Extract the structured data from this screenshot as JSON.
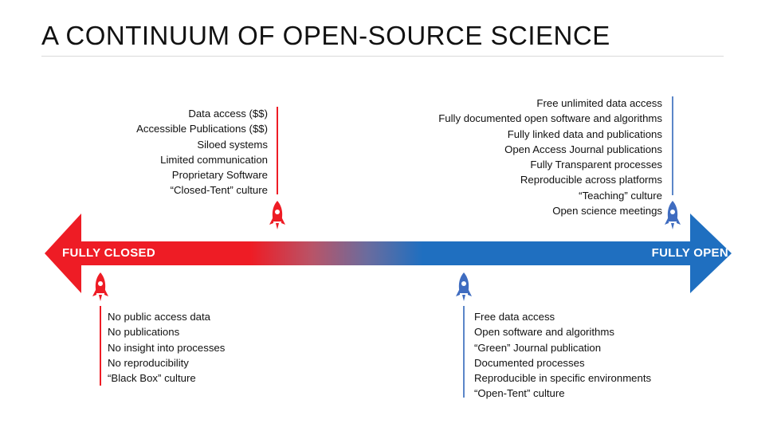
{
  "title": "A CONTINUUM OF OPEN-SOURCE SCIENCE",
  "colors": {
    "closed": "#ee1c25",
    "open": "#1f6fc0",
    "mid": "#a05a78"
  },
  "arrow": {
    "left_label": "FULLY CLOSED",
    "right_label": "FULLY OPEN"
  },
  "stages": {
    "closed_below": {
      "icon": "rocket-icon",
      "items": [
        "No public access data",
        "No publications",
        "No insight into processes",
        "No reproducibility",
        "“Black Box” culture"
      ]
    },
    "closed_above": {
      "icon": "rocket-icon",
      "items": [
        "Data access ($$)",
        "Accessible Publications ($$)",
        "Siloed systems",
        "Limited communication",
        "Proprietary Software",
        "“Closed-Tent” culture"
      ]
    },
    "open_below": {
      "icon": "rocket-icon",
      "items": [
        "Free data access",
        "Open software and algorithms",
        "“Green” Journal publication",
        "Documented processes",
        "Reproducible in specific environments",
        "“Open-Tent” culture"
      ]
    },
    "open_above": {
      "icon": "rocket-icon",
      "items": [
        "Free unlimited data access",
        "Fully documented open software and algorithms",
        "Fully linked data and publications",
        "Open Access Journal publications",
        "Fully Transparent processes",
        "Reproducible across platforms",
        "“Teaching” culture",
        "Open science meetings"
      ]
    }
  }
}
